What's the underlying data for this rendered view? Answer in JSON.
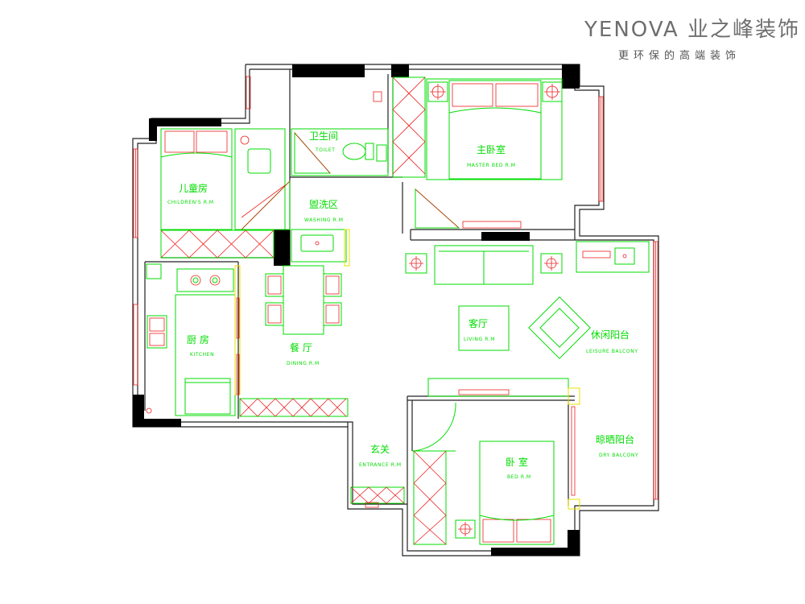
{
  "brand": {
    "logo_text": "YENOVA 业之峰装饰",
    "slogan": "更环保的高端装饰"
  },
  "rooms": {
    "children": {
      "zh": "儿童房",
      "en": "CHILDREN'S R.M"
    },
    "toilet": {
      "zh": "卫生间",
      "en": "TOILET"
    },
    "master": {
      "zh": "主卧室",
      "en": "MASTER BED R.M"
    },
    "washing": {
      "zh": "盥洗区",
      "en": "WASHING R.M"
    },
    "kitchen": {
      "zh": "厨 房",
      "en": "KITCHEN"
    },
    "dining": {
      "zh": "餐 厅",
      "en": "DINING R.M"
    },
    "living": {
      "zh": "客厅",
      "en": "LIVING R.M"
    },
    "leisure": {
      "zh": "休闲阳台",
      "en": "LEISURE BALCONY"
    },
    "entrance": {
      "zh": "玄关",
      "en": "ENTRANCE R.M"
    },
    "bedroom": {
      "zh": "卧 室",
      "en": "BED R.M"
    },
    "dry": {
      "zh": "晾晒阳台",
      "en": "DRY BALCONY"
    }
  },
  "colors": {
    "furniture": "#00dd00",
    "detail": "#ee2020",
    "wall": "#000000",
    "door": "#e8e000",
    "brand_text": "#6e6e6e"
  }
}
